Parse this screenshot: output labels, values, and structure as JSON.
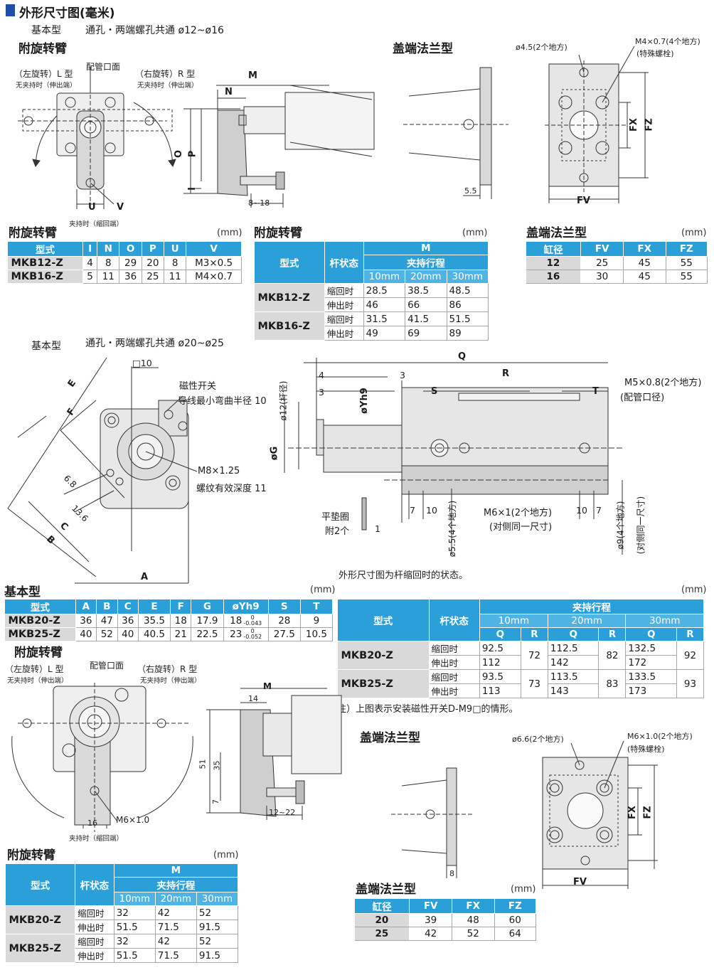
{
  "page": {
    "title": "外形尺寸图(毫米)",
    "unit": "(mm)",
    "basic_small": "基本型",
    "basic_small_desc": "通孔・两端螺孔共通  ø12~ø16",
    "basic_large": "基本型",
    "basic_large_desc": "通孔・两端螺孔共通  ø20~ø25",
    "swing_arm": "附旋转臂",
    "flange": "盖端法兰型",
    "basic": "基本型",
    "state_note": "外形尺寸图为杆缩回时的状态。",
    "switch_note": "注）上图表示安装磁性开关D-M9□的情形。"
  },
  "d1": {
    "left": "（左旋转）L 型",
    "left_sub": "无夹持时（伸出端）",
    "pipe": "配管口面",
    "right": "（右旋转）R 型",
    "right_sub": "无夹持时（伸出端）",
    "clamp": "夹持时（缩回端）",
    "U": "U",
    "V": "V"
  },
  "d2": {
    "M": "M",
    "N": "N",
    "O": "O",
    "P": "P",
    "I": "I",
    "range": "8~18"
  },
  "d3": {
    "dim": "5.5"
  },
  "d4": {
    "hole": "ø4.5(2个地方)",
    "screw": "M4×0.7(4个地方)",
    "special": "(特殊螺栓)",
    "FX": "FX",
    "FZ": "FZ",
    "FV": "FV"
  },
  "d5": {
    "sq": "□10",
    "switch": "磁性开关",
    "bend": "导线最小弯曲半径 10",
    "thread": "M8×1.25",
    "depth": "螺纹有效深度 11",
    "E": "E",
    "F": "F",
    "B": "B",
    "C": "C",
    "A": "A",
    "d68": "6.8",
    "d136": "13.6"
  },
  "d6": {
    "Q": "Q",
    "R": "R",
    "S": "S",
    "T": "T",
    "n4": "4",
    "n3a": "3",
    "n3b": "3",
    "rod": "ø12(杆径)",
    "Yh9": "øYh9",
    "G": "øG",
    "port": "M5×0.8(2个地方)",
    "port_sub": "(配管口径)",
    "washer": "平垫圈",
    "washer_sub": "附2个",
    "n1": "1",
    "n7a": "7",
    "n10a": "10",
    "n10b": "10",
    "n7b": "7",
    "m6": "M6×1(2个地方)",
    "m6_sub": "(对侧同一尺寸)",
    "d55": "ø5.5(4个地方)",
    "d9": "ø9(4个地方)",
    "d9_sub": "(对侧同一尺寸)"
  },
  "d7": {
    "left": "（左旋转）L 型",
    "left_sub": "无夹持时（伸出端）",
    "pipe": "配管口面",
    "right": "（右旋转）R 型",
    "right_sub": "无夹持时（伸出端）",
    "clamp": "夹持时（缩回端）",
    "d16": "16",
    "m6": "M6×1.0"
  },
  "d8": {
    "M": "M",
    "d14": "14",
    "d51": "51",
    "d35": "35",
    "d7": "7",
    "range": "12~22"
  },
  "d9": {
    "dim": "8"
  },
  "d10": {
    "hole": "ø6.6(2个地方)",
    "screw": "M6×1.0(2个地方)",
    "special": "(特殊螺栓)",
    "FX": "FX",
    "FZ": "FZ",
    "FV": "FV"
  },
  "t1": {
    "headers": [
      "型式",
      "I",
      "N",
      "O",
      "P",
      "U",
      "V"
    ],
    "rows": [
      [
        "MKB12-Z",
        "4",
        "8",
        "29",
        "20",
        "8",
        "M3×0.5"
      ],
      [
        "MKB16-Z",
        "5",
        "11",
        "36",
        "25",
        "11",
        "M4×0.7"
      ]
    ]
  },
  "t2": {
    "h_model": "型式",
    "h_state": "杆状态",
    "h_M": "M",
    "h_stroke": "夹持行程",
    "strokes": [
      "10mm",
      "20mm",
      "30mm"
    ],
    "groups": [
      {
        "model": "MKB12-Z",
        "rows": [
          {
            "state": "缩回时",
            "v": [
              "28.5",
              "38.5",
              "48.5"
            ]
          },
          {
            "state": "伸出时",
            "v": [
              "46",
              "66",
              "86"
            ]
          }
        ]
      },
      {
        "model": "MKB16-Z",
        "rows": [
          {
            "state": "缩回时",
            "v": [
              "31.5",
              "41.5",
              "51.5"
            ]
          },
          {
            "state": "伸出时",
            "v": [
              "49",
              "69",
              "89"
            ]
          }
        ]
      }
    ]
  },
  "t3": {
    "headers": [
      "缸径",
      "FV",
      "FX",
      "FZ"
    ],
    "rows": [
      [
        "12",
        "25",
        "45",
        "55"
      ],
      [
        "16",
        "30",
        "45",
        "55"
      ]
    ]
  },
  "t4": {
    "headers": [
      "型式",
      "A",
      "B",
      "C",
      "E",
      "F",
      "G",
      "øYh9",
      "S",
      "T"
    ],
    "rows": [
      [
        "MKB20-Z",
        "36",
        "47",
        "36",
        "35.5",
        "18",
        "17.9",
        "18",
        "28",
        "9"
      ],
      [
        "MKB25-Z",
        "40",
        "52",
        "40",
        "40.5",
        "21",
        "22.5",
        "23",
        "27.5",
        "10.5"
      ]
    ],
    "tol_up": "0",
    "tol_lo": [
      "-0.043",
      "-0.052"
    ]
  },
  "t5": {
    "h_model": "型式",
    "h_state": "杆状态",
    "h_stroke": "夹持行程",
    "strokes": [
      "10mm",
      "20mm",
      "30mm"
    ],
    "Q": "Q",
    "R": "R",
    "groups": [
      {
        "model": "MKB20-Z",
        "R": [
          "72",
          "82",
          "92"
        ],
        "rows": [
          {
            "state": "缩回时",
            "Q": [
              "92.5",
              "112.5",
              "132.5"
            ]
          },
          {
            "state": "伸出时",
            "Q": [
              "112",
              "142",
              "172"
            ]
          }
        ]
      },
      {
        "model": "MKB25-Z",
        "R": [
          "73",
          "83",
          "93"
        ],
        "rows": [
          {
            "state": "缩回时",
            "Q": [
              "93.5",
              "113.5",
              "133.5"
            ]
          },
          {
            "state": "伸出时",
            "Q": [
              "113",
              "143",
              "173"
            ]
          }
        ]
      }
    ]
  },
  "t6": {
    "h_model": "型式",
    "h_state": "杆状态",
    "h_M": "M",
    "h_stroke": "夹持行程",
    "strokes": [
      "10mm",
      "20mm",
      "30mm"
    ],
    "groups": [
      {
        "model": "MKB20-Z",
        "rows": [
          {
            "state": "缩回时",
            "v": [
              "32",
              "42",
              "52"
            ]
          },
          {
            "state": "伸出时",
            "v": [
              "51.5",
              "71.5",
              "91.5"
            ]
          }
        ]
      },
      {
        "model": "MKB25-Z",
        "rows": [
          {
            "state": "缩回时",
            "v": [
              "32",
              "42",
              "52"
            ]
          },
          {
            "state": "伸出时",
            "v": [
              "51.5",
              "71.5",
              "91.5"
            ]
          }
        ]
      }
    ]
  },
  "t7": {
    "headers": [
      "缸径",
      "FV",
      "FX",
      "FZ"
    ],
    "rows": [
      [
        "20",
        "39",
        "48",
        "60"
      ],
      [
        "25",
        "42",
        "52",
        "64"
      ]
    ]
  }
}
